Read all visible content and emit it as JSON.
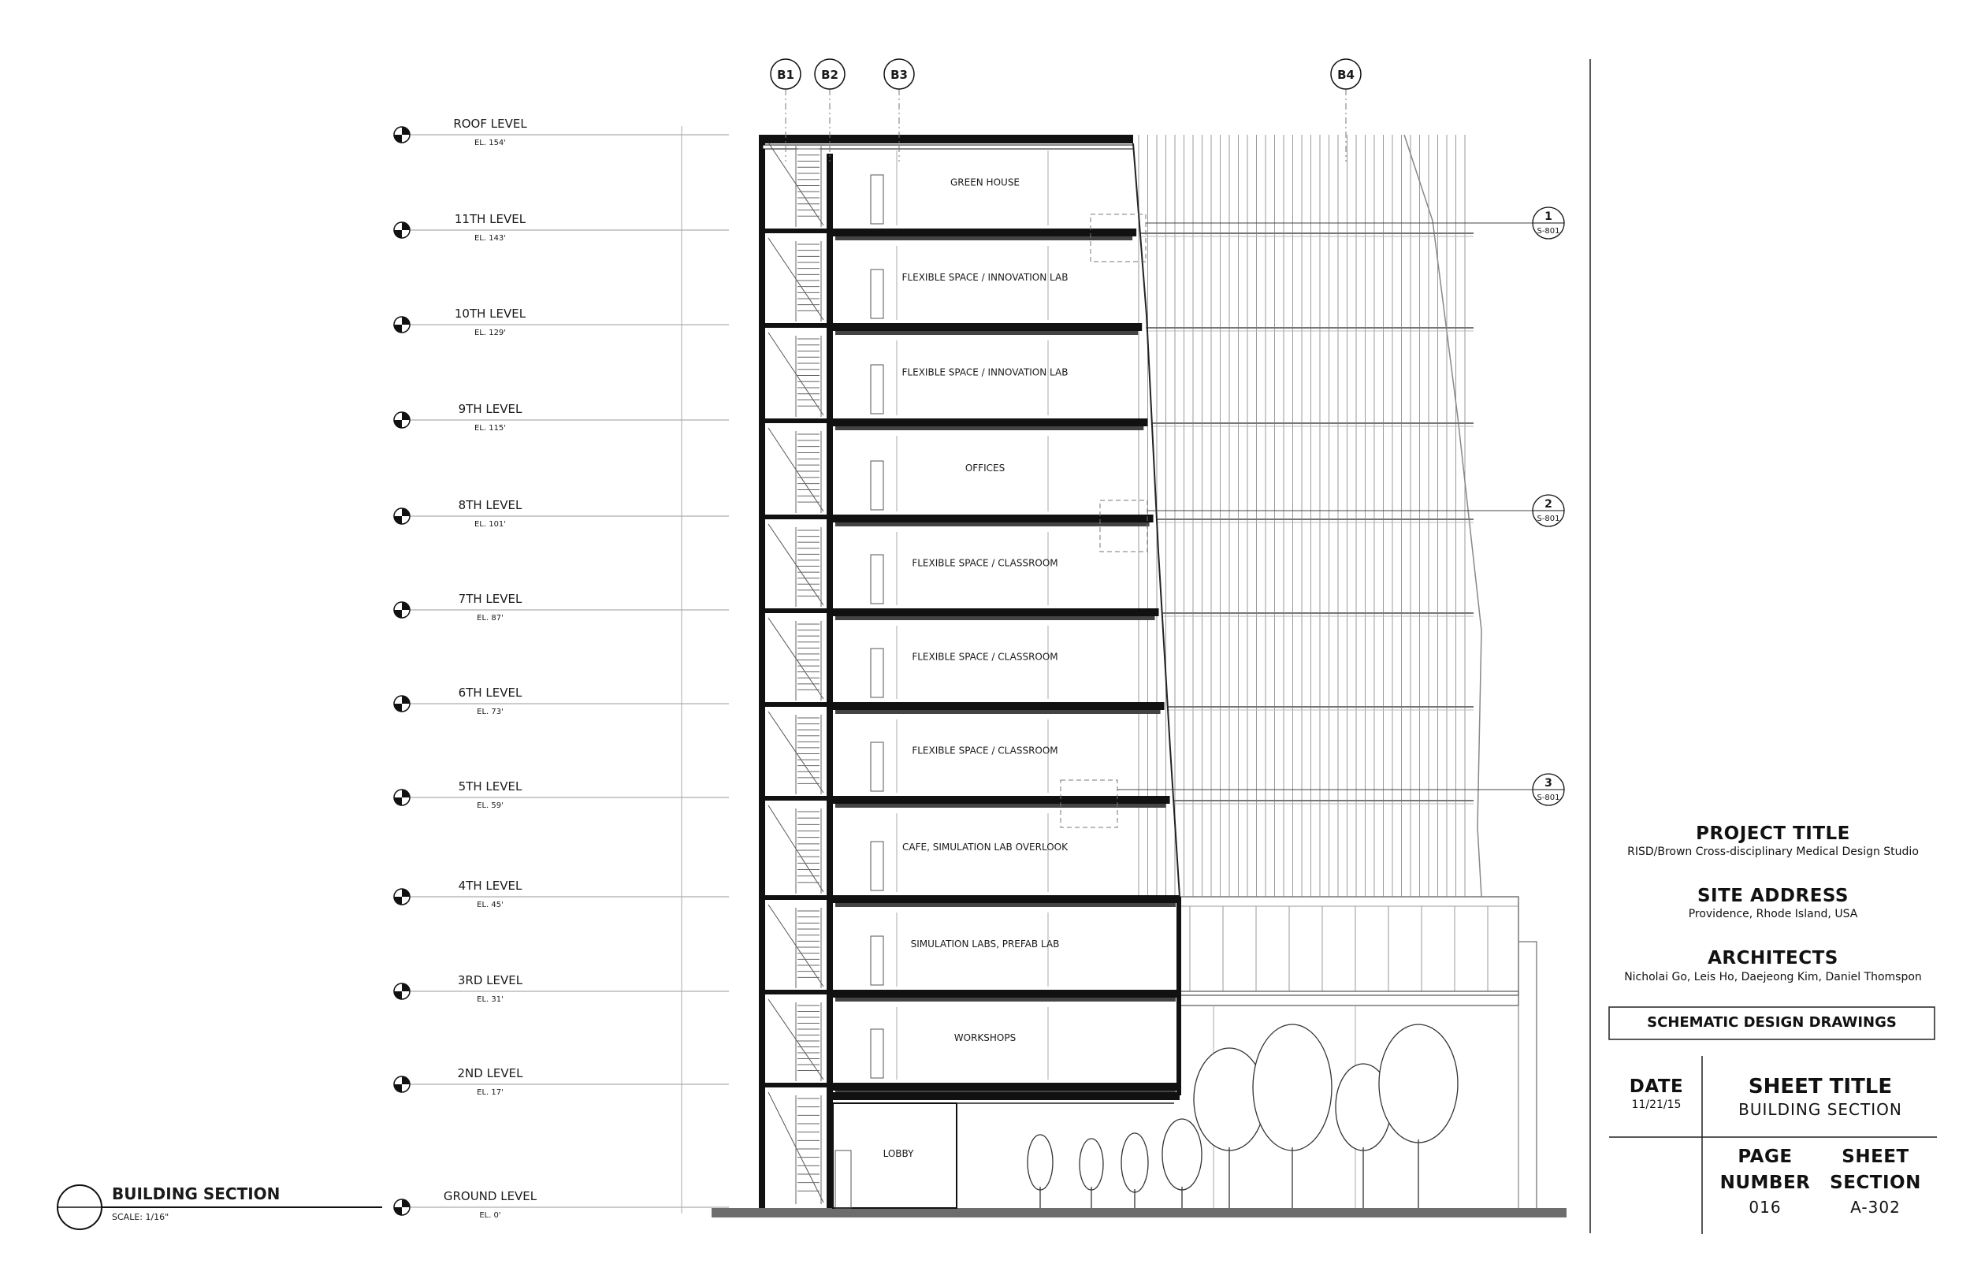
{
  "grid_labels": [
    "B1",
    "B2",
    "B3",
    "B4"
  ],
  "levels": [
    {
      "name": "ROOF LEVEL",
      "elevation": "EL. 154'"
    },
    {
      "name": "11TH LEVEL",
      "elevation": "EL. 143'"
    },
    {
      "name": "10TH LEVEL",
      "elevation": "EL. 129'"
    },
    {
      "name": "9TH LEVEL",
      "elevation": "EL. 115'"
    },
    {
      "name": "8TH LEVEL",
      "elevation": "EL. 101'"
    },
    {
      "name": "7TH LEVEL",
      "elevation": "EL. 87'"
    },
    {
      "name": "6TH LEVEL",
      "elevation": "EL. 73'"
    },
    {
      "name": "5TH LEVEL",
      "elevation": "EL. 59'"
    },
    {
      "name": "4TH LEVEL",
      "elevation": "EL. 45'"
    },
    {
      "name": "3RD LEVEL",
      "elevation": "EL. 31'"
    },
    {
      "name": "2ND LEVEL",
      "elevation": "EL. 17'"
    },
    {
      "name": "GROUND LEVEL",
      "elevation": "EL. 0'"
    }
  ],
  "rooms": [
    "GREEN HOUSE",
    "FLEXIBLE SPACE / INNOVATION LAB",
    "FLEXIBLE SPACE / INNOVATION LAB",
    "OFFICES",
    "FLEXIBLE SPACE / CLASSROOM",
    "FLEXIBLE SPACE / CLASSROOM",
    "FLEXIBLE SPACE / CLASSROOM",
    "CAFE, SIMULATION LAB OVERLOOK",
    "SIMULATION LABS, PREFAB LAB",
    "WORKSHOPS",
    "LOBBY"
  ],
  "detail_callouts": [
    {
      "number": "1",
      "sheet": "S-801"
    },
    {
      "number": "2",
      "sheet": "S-801"
    },
    {
      "number": "3",
      "sheet": "S-801"
    }
  ],
  "drawing_title": {
    "label": "BUILDING SECTION",
    "scale": "SCALE: 1/16\""
  },
  "title_block": {
    "project_title_heading": "PROJECT TITLE",
    "project_title": "RISD/Brown Cross-disciplinary Medical Design Studio",
    "site_address_heading": "SITE ADDRESS",
    "site_address": "Providence, Rhode Island, USA",
    "architects_heading": "ARCHITECTS",
    "architects": "Nicholai Go, Leis Ho, Daejeong Kim, Daniel Thomspon",
    "drawing_set": "SCHEMATIC DESIGN DRAWINGS",
    "date_heading": "DATE",
    "date": "11/21/15",
    "sheet_title_heading": "SHEET TITLE",
    "sheet_title": "BUILDING SECTION",
    "page_heading_1": "PAGE",
    "page_heading_2": "NUMBER",
    "page_number": "016",
    "sheet_heading_1": "SHEET",
    "sheet_heading_2": "SECTION",
    "sheet_section": "A-302"
  }
}
